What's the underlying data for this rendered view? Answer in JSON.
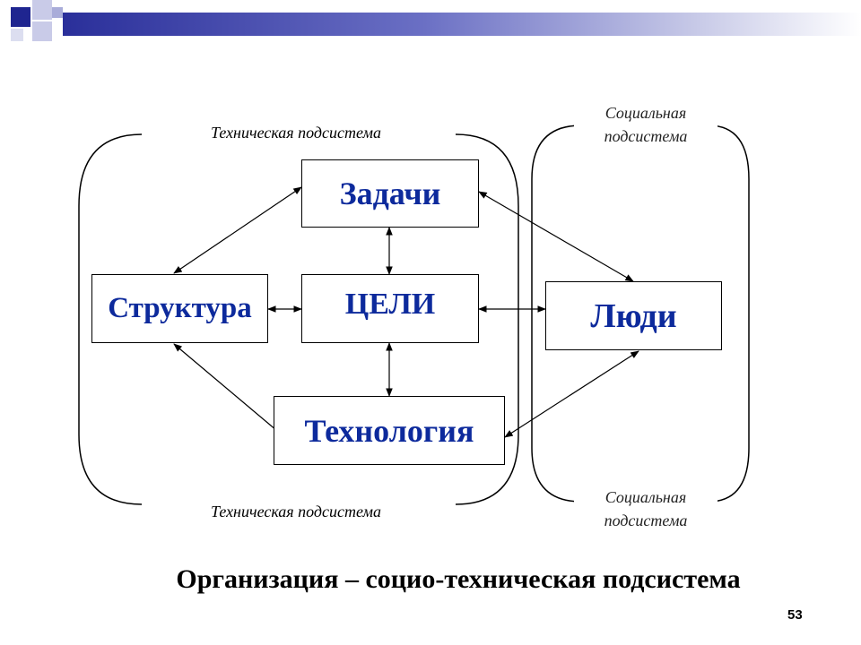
{
  "nodes": {
    "tasks": "Задачи",
    "structure": "Структура",
    "goals": "ЦЕЛИ",
    "people": "Люди",
    "technology": "Технология"
  },
  "labels": {
    "tech_top": "Техническая подсистема",
    "tech_bottom": "Техническая подсистема",
    "social_top_line1": "Социальная",
    "social_top_line2": "подсистема",
    "social_bottom_line1": "Социальная",
    "social_bottom_line2": "подсистема"
  },
  "title": "Организация – социо-техническая подсистема",
  "page_number": "53",
  "colors": {
    "node_text": "#0d2a9c",
    "header_bar": "#2a2f9a"
  }
}
